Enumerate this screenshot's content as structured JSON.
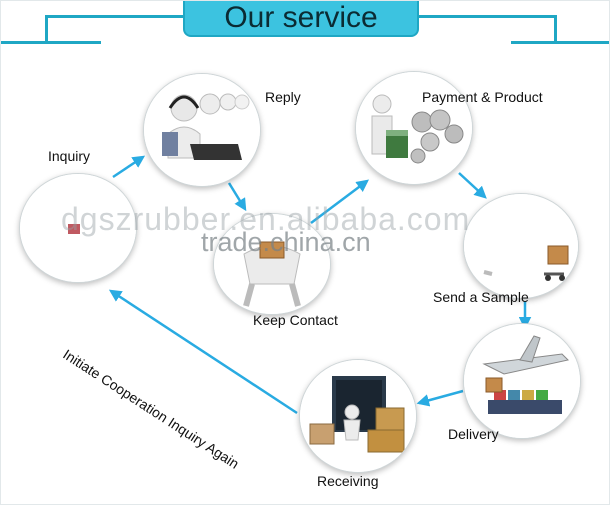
{
  "title": "Our service",
  "steps": {
    "inquiry": "Inquiry",
    "reply": "Reply",
    "payment": "Payment & Product",
    "keep_contact": "Keep Contact",
    "sample": "Send a Sample",
    "delivery": "Delivery",
    "receiving": "Receiving"
  },
  "loop_label": "Initiate Cooperation Inquiry Again",
  "watermarks": {
    "line1": "dgszrubber.en.alibaba.com",
    "line2": "trade.china.cn"
  },
  "colors": {
    "accent": "#1fa7c4",
    "title_fill": "#3cc3e0",
    "arrow": "#29abe2"
  }
}
